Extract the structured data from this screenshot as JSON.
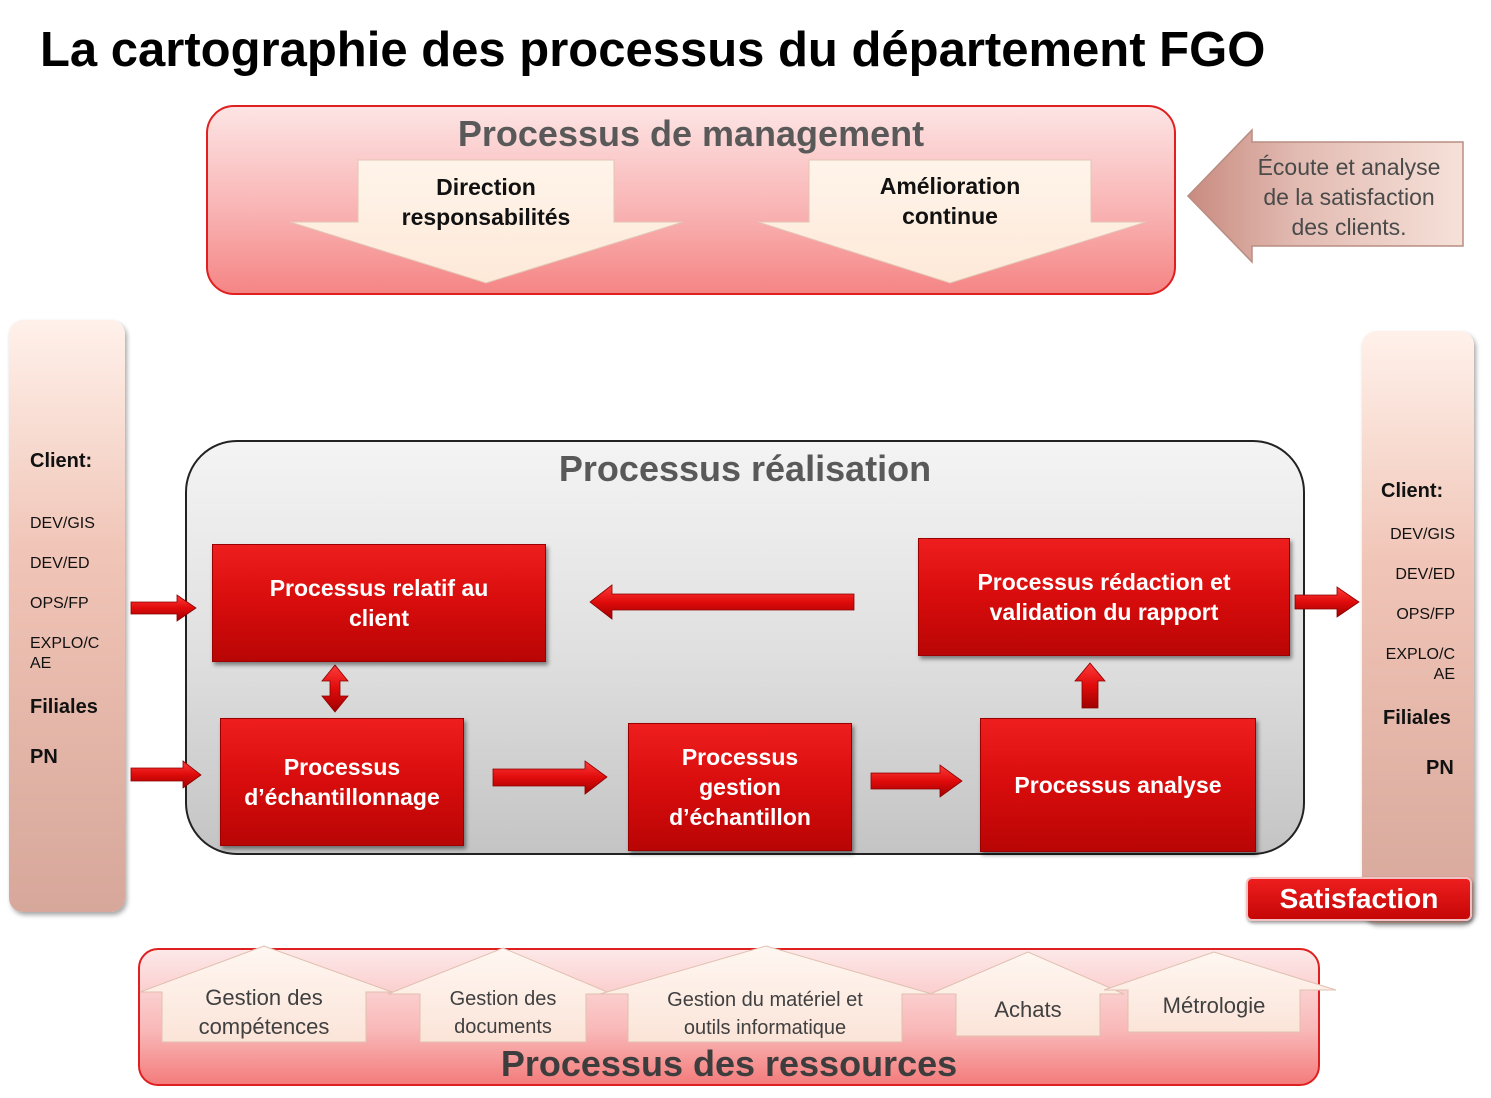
{
  "title": "La cartographie des processus du département FGO",
  "management": {
    "title": "Processus de management",
    "arrows": [
      {
        "line1": "Direction",
        "line2": "responsabilités"
      },
      {
        "line1": "Amélioration",
        "line2": "continue"
      }
    ],
    "feedback": {
      "line1": "Écoute et analyse",
      "line2": "de la satisfaction",
      "line3": "des clients."
    }
  },
  "client_left": {
    "heading": "Client:",
    "items": [
      "DEV/GIS",
      "DEV/ED",
      "OPS/FP",
      "EXPLO/C",
      "AE"
    ],
    "filiales": "Filiales",
    "pn": "PN"
  },
  "client_right": {
    "heading": "Client:",
    "items": [
      "DEV/GIS",
      "DEV/ED",
      "OPS/FP",
      "EXPLO/C",
      "AE"
    ],
    "filiales": "Filiales",
    "pn": "PN",
    "satisfaction": "Satisfaction"
  },
  "realisation": {
    "title": "Processus réalisation",
    "boxes": {
      "client": {
        "line1": "Processus relatif au",
        "line2": "client"
      },
      "echantillonnage": {
        "line1": "Processus",
        "line2": "d’échantillonnage"
      },
      "gestion": {
        "line1": "Processus",
        "line2": "gestion",
        "line3": "d’échantillon"
      },
      "analyse": {
        "line1": "Processus analyse"
      },
      "redaction": {
        "line1": "Processus rédaction et",
        "line2": "validation du rapport"
      }
    }
  },
  "ressources": {
    "title": "Processus des ressources",
    "items": [
      {
        "line1": "Gestion des",
        "line2": "compétences"
      },
      {
        "line1": "Gestion des",
        "line2": "documents"
      },
      {
        "line1": "Gestion du matériel et",
        "line2": "outils informatique"
      },
      {
        "line1": "Achats"
      },
      {
        "line1": "Métrologie"
      }
    ]
  },
  "colors": {
    "accent_red": "#e00b0b",
    "management_bg": "#f9b4b4",
    "realisation_bg": "#d9d9d9",
    "side_bg": "#e8b8aa"
  }
}
